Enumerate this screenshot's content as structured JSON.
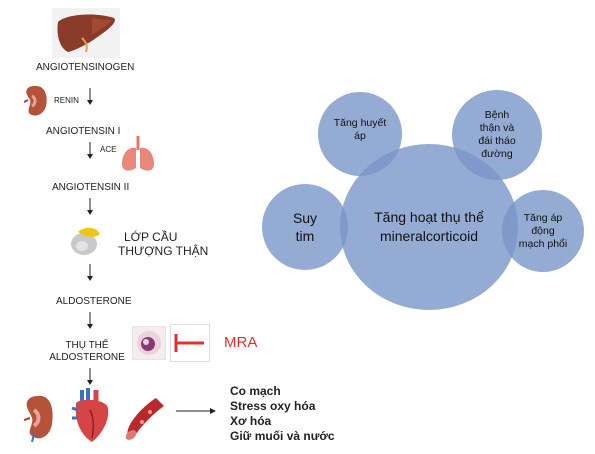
{
  "pathway": {
    "angiotensinogen": "ANGIOTENSINOGEN",
    "renin": "RENIN",
    "angiotensin_i": "ANGIOTENSIN I",
    "ace": "ACE",
    "angiotensin_ii": "ANGIOTENSIN II",
    "adrenal_line1": "LỚP CẦU",
    "adrenal_line2": "THƯỢNG THẬN",
    "aldosterone": "ALDOSTERONE",
    "receptor_line1": "THỤ THỂ",
    "receptor_line2": "ALDOSTERONE",
    "mra": "MRA"
  },
  "effects": [
    "Co mạch",
    "Stress oxy hóa",
    "Xơ hóa",
    "Giữ muối và nước"
  ],
  "venn": {
    "center_line1": "Tăng hoạt thụ thể",
    "center_line2": "mineralcorticoid",
    "left_line1": "Suy",
    "left_line2": "tim",
    "top_left_line1": "Tăng huyết",
    "top_left_line2": "áp",
    "top_right_line1": "Bệnh",
    "top_right_line2": "thận và",
    "top_right_line3": "đái tháo",
    "top_right_line4": "đường",
    "right_line1": "Tăng áp",
    "right_line2": "động",
    "right_line3": "mạch phổi"
  },
  "colors": {
    "circle_fill": "#7996c8",
    "mra_red": "#e0312f"
  },
  "icons": [
    "liver-icon",
    "kidney-icon",
    "lungs-icon",
    "adrenal-gland-icon",
    "cell-receptor-icon",
    "inhibitor-icon",
    "heart-icon",
    "blood-vessel-icon",
    "arrow-icon"
  ]
}
